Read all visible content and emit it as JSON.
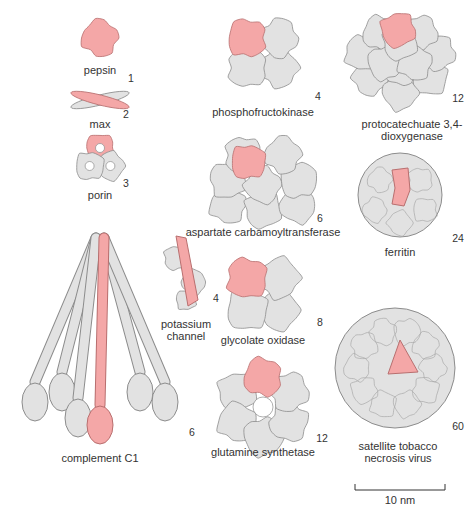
{
  "diagram": {
    "labels": [
      "pepsin",
      "1",
      "phosphofructokinase",
      "4",
      "protocatechuate 3,4-dioxygenase",
      "12",
      "max",
      "2",
      "porin",
      "3",
      "aspartate carbamoyltransferase",
      "6",
      "ferritin",
      "24",
      "potassium channel",
      "4",
      "glycolate oxidase",
      "8",
      "complement C1",
      "6",
      "glutamine synthetase",
      "12",
      "satellite tobacco necrosis virus",
      "60",
      "10 nm"
    ]
  }
}
